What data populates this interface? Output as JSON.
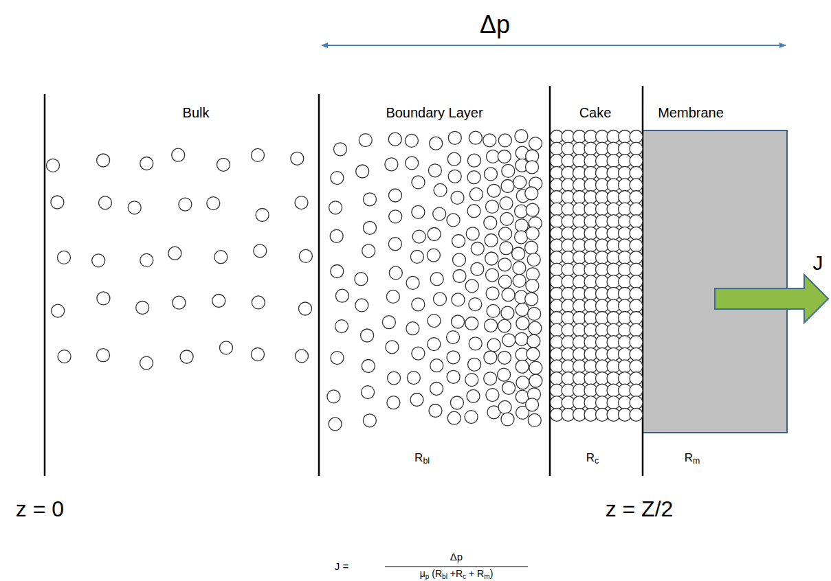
{
  "diagram": {
    "nodes": [
      {
        "text": [
          "Bulk"
        ]
      },
      {
        "text": [
          "Boundary Layer",
          "Rbl"
        ]
      },
      {
        "text": [
          "Cake",
          "Rc"
        ]
      },
      {
        "text": [
          "Membrane",
          "Rm"
        ]
      }
    ],
    "labels": [
      "Δp",
      "J",
      "z = 0",
      "z = Z/2",
      "J =",
      "Δp",
      "μp (Rbl +Rc + Rm)"
    ]
  }
}
